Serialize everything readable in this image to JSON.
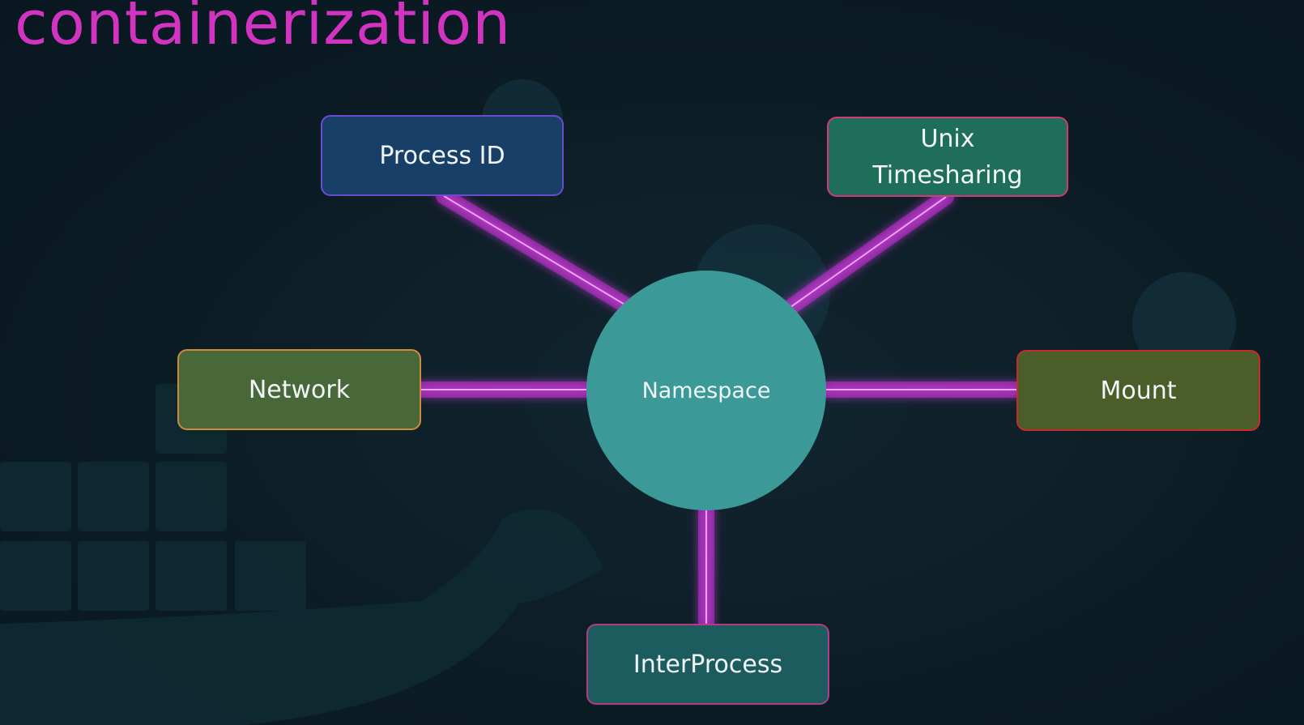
{
  "slide": {
    "title": "containerization"
  },
  "diagram": {
    "hub": {
      "label": "Namespace",
      "fill": "#3b9a98"
    },
    "connector_color": "#c824d8",
    "nodes": [
      {
        "label": "Process ID",
        "fill": "#173f68",
        "border": "#6a4ad0"
      },
      {
        "label": "Unix\nTimesharing",
        "fill": "#1f6e5a",
        "border": "#d23a78"
      },
      {
        "label": "Network",
        "fill": "#49683a",
        "border": "#d08a38"
      },
      {
        "label": "Mount",
        "fill": "#4b5e2a",
        "border": "#cc2a2a"
      },
      {
        "label": "InterProcess",
        "fill": "#1c5c5e",
        "border": "#b23a86"
      }
    ]
  }
}
